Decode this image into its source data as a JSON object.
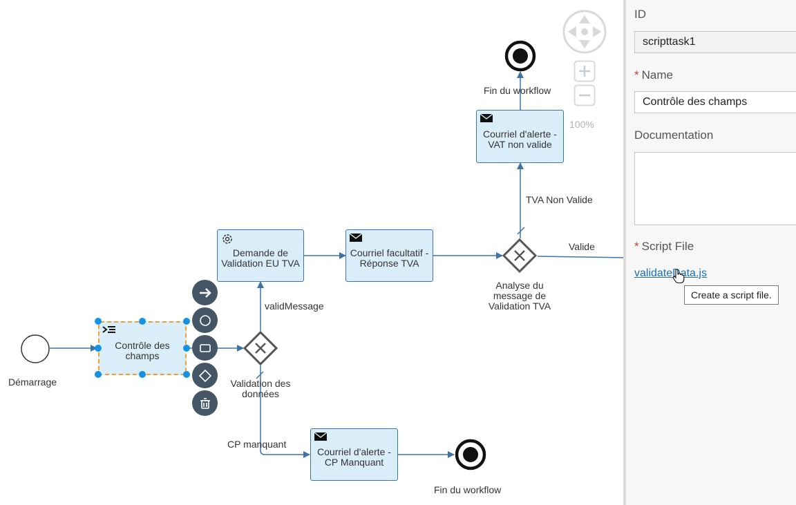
{
  "canvas": {
    "start_event_label": "Démarrage",
    "tasks": {
      "controle": {
        "label": "Contrôle des champs",
        "icon": "script-icon"
      },
      "demande": {
        "label": "Demande de Validation EU TVA",
        "icon": "gear-icon"
      },
      "courriel_facultatif": {
        "label": "Courriel facultatif - Réponse TVA",
        "icon": "envelope-icon"
      },
      "courriel_alerte_vat": {
        "label": "Courriel d'alerte - VAT non valide",
        "icon": "envelope-icon"
      },
      "courriel_alerte_cp": {
        "label": "Courriel d'alerte - CP Manquant",
        "icon": "envelope-icon"
      }
    },
    "gateways": {
      "validation": {
        "label": "Validation des données"
      },
      "analyse": {
        "label": "Analyse du message de Validation TVA"
      }
    },
    "end_events": {
      "top": {
        "label": "Fin du workflow"
      },
      "bottom": {
        "label": "Fin du workflow"
      }
    },
    "flow_labels": {
      "valid_message": "validMessage",
      "cp_manquant": "CP manquant",
      "tva_non_valide": "TVA Non Valide",
      "valide": "Valide"
    },
    "zoom": {
      "level": "100%"
    },
    "context_pad": [
      "arrow-right-icon",
      "circle-icon",
      "rectangle-icon",
      "diamond-icon",
      "trash-icon"
    ]
  },
  "panel": {
    "id_label": "ID",
    "id_value": "scripttask1",
    "name_label": "Name",
    "name_value": "Contrôle des champs",
    "documentation_label": "Documentation",
    "documentation_value": "",
    "script_file_label": "Script File",
    "script_file_value": "validateData.js",
    "tooltip": "Create a script file.",
    "required_marker": "*"
  },
  "colors": {
    "task_fill": "#daeef9",
    "task_border": "#3d73a5",
    "selection": "#f0a032",
    "handle": "#1592e6",
    "context_pad": "#445566",
    "link": "#1a6fb4",
    "required": "#c0392b"
  }
}
